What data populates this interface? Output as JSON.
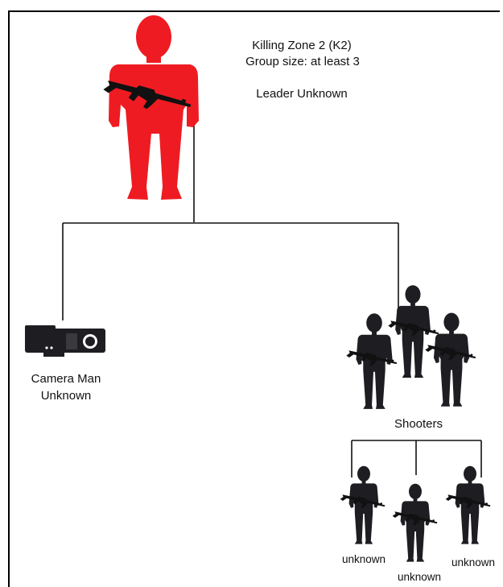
{
  "header": {
    "title": "Killing Zone 2 (K2)",
    "group_size": "Group size: at least 3",
    "leader": "Leader Unknown"
  },
  "camera": {
    "line1": "Camera Man",
    "line2": "Unknown"
  },
  "shooters": {
    "label": "Shooters",
    "members": [
      "unknown",
      "unknown",
      "unknown"
    ]
  },
  "colors": {
    "leader": "#ee1c22",
    "figure": "#1e1d22",
    "line": "#111111",
    "background": "#ffffff"
  },
  "icons": [
    "rifle-icon",
    "camera-icon",
    "gunman-icon"
  ]
}
